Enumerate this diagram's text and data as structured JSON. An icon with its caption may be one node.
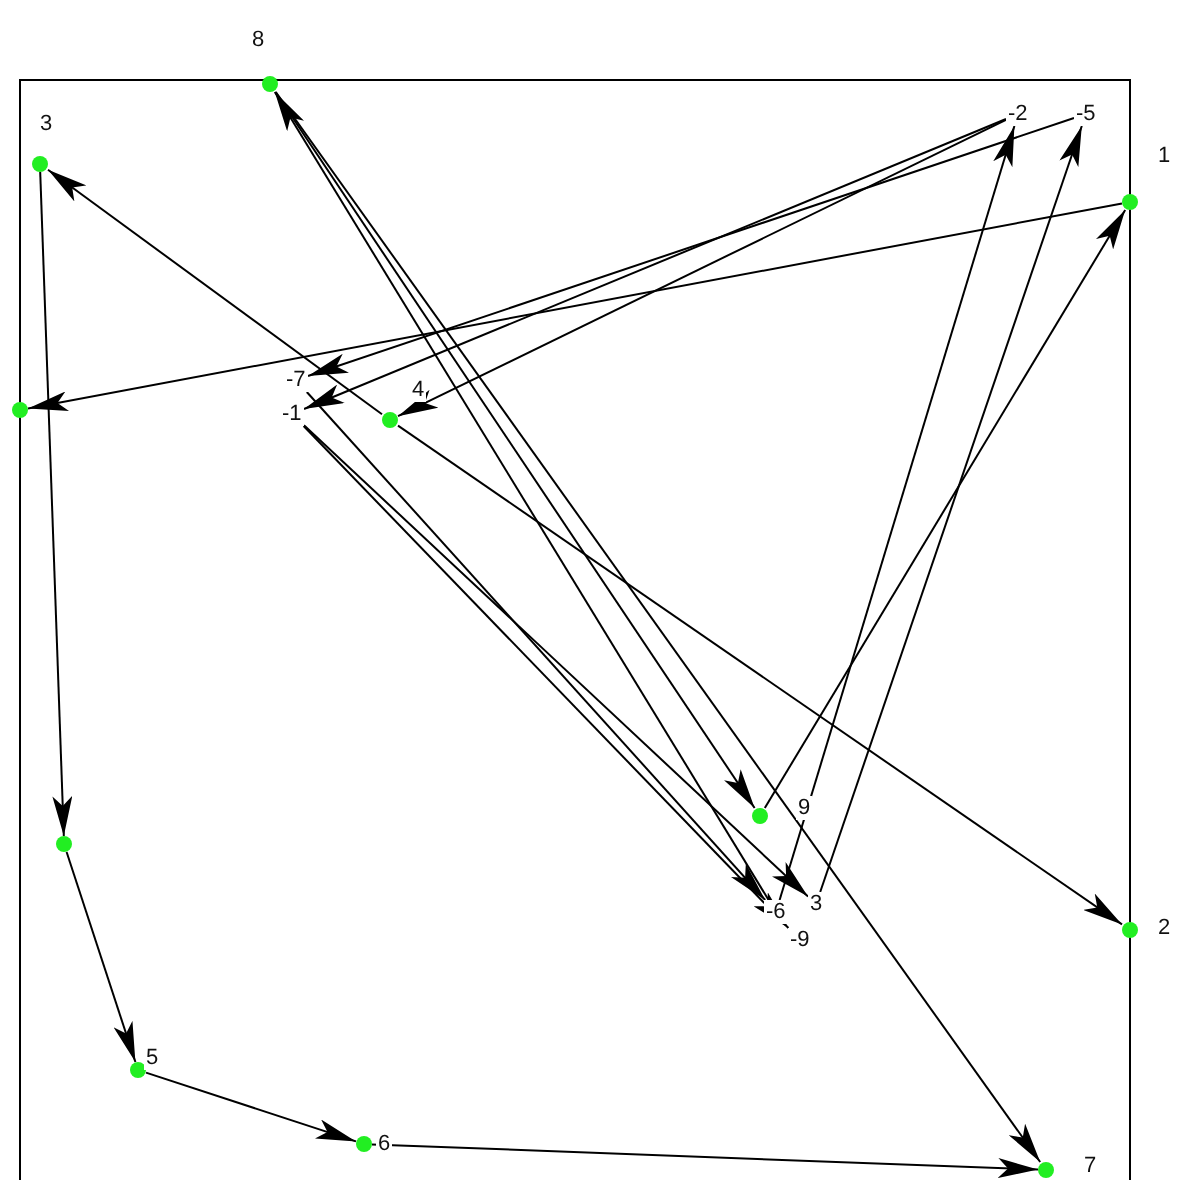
{
  "diagram": {
    "nodes": [
      {
        "text": [],
        "shape": "circle",
        "beside": [
          "8"
        ]
      },
      {
        "text": [],
        "shape": "circle",
        "beside": [
          "3"
        ]
      },
      {
        "text": [],
        "shape": "circle",
        "beside": [
          "1"
        ]
      },
      {
        "text": [],
        "shape": "circle"
      },
      {
        "text": [],
        "shape": "circle",
        "beside": [
          "4"
        ]
      },
      {
        "text": [
          "-7"
        ]
      },
      {
        "text": [
          "-1"
        ]
      },
      {
        "text": [
          "-2"
        ]
      },
      {
        "text": [
          "-5"
        ]
      },
      {
        "text": [],
        "shape": "circle",
        "beside": [
          "9"
        ]
      },
      {
        "text": [],
        "shape": "circle"
      },
      {
        "text": [
          "-6"
        ]
      },
      {
        "text": [
          "3"
        ]
      },
      {
        "text": [
          "-9"
        ]
      },
      {
        "text": [],
        "shape": "circle",
        "beside": [
          "2"
        ]
      },
      {
        "text": [],
        "shape": "circle",
        "beside": [
          "5"
        ]
      },
      {
        "text": [],
        "shape": "circle",
        "beside": [
          "6"
        ]
      },
      {
        "text": [],
        "shape": "circle",
        "beside": [
          "7"
        ]
      }
    ],
    "edges": [
      {
        "from": 1,
        "to": 10,
        "arrow": "to"
      },
      {
        "from": 10,
        "to": 15,
        "arrow": "to"
      },
      {
        "from": 15,
        "to": 16,
        "arrow": "to"
      },
      {
        "from": 16,
        "to": 17,
        "arrow": "to"
      },
      {
        "from": 0,
        "to": 17,
        "arrow": "to"
      },
      {
        "from": 11,
        "to": 0,
        "arrow": "to"
      },
      {
        "from": 0,
        "to": 9,
        "arrow": "to"
      },
      {
        "from": 4,
        "to": 14,
        "arrow": "to"
      },
      {
        "from": 2,
        "to": 3,
        "arrow": "to"
      },
      {
        "from": 7,
        "to": 4,
        "arrow": "to"
      },
      {
        "from": 8,
        "to": 5,
        "arrow": "to"
      },
      {
        "from": 7,
        "to": 6,
        "arrow": "to"
      },
      {
        "from": 5,
        "to": 11,
        "arrow": "to"
      },
      {
        "from": 6,
        "to": 13,
        "arrow": "to"
      },
      {
        "from": 6,
        "to": 12,
        "arrow": "to"
      },
      {
        "from": 11,
        "to": 7,
        "arrow": "to"
      },
      {
        "from": 12,
        "to": 8,
        "arrow": "to"
      },
      {
        "from": 9,
        "to": 2,
        "arrow": "to"
      },
      {
        "from": 4,
        "to": 1,
        "arrow": "to"
      }
    ]
  }
}
